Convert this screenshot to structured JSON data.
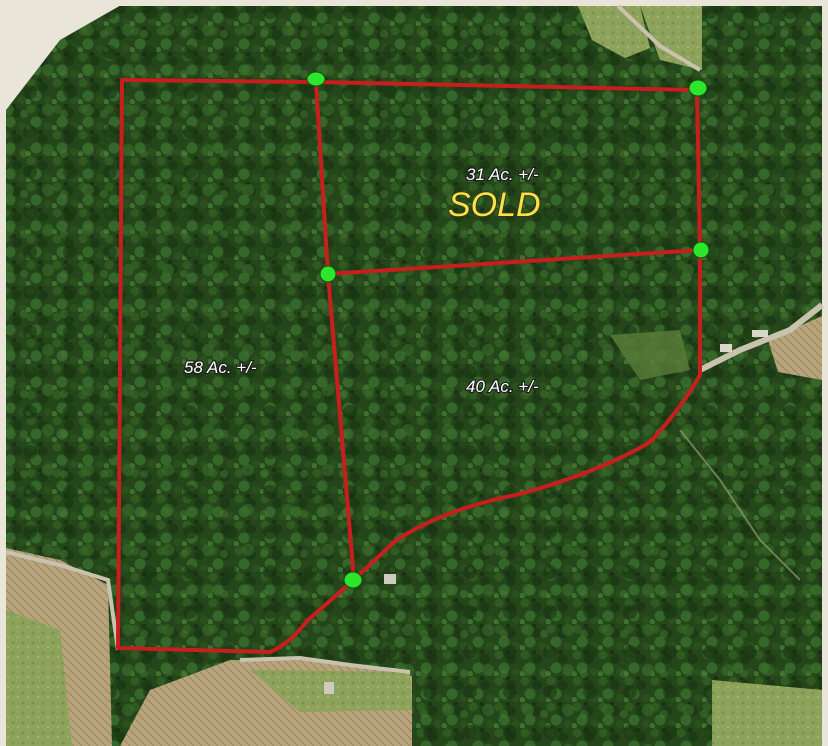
{
  "map": {
    "labels": {
      "tract_31": "31 Ac. +/-",
      "sold": "SOLD",
      "tract_58": "58 Ac. +/-",
      "tract_40": "40 Ac. +/-"
    },
    "colors": {
      "boundary": "#c81e1e",
      "corner_marker": "#2ce62c",
      "forest": "#24461a",
      "sold_text": "#f4e24a"
    }
  }
}
